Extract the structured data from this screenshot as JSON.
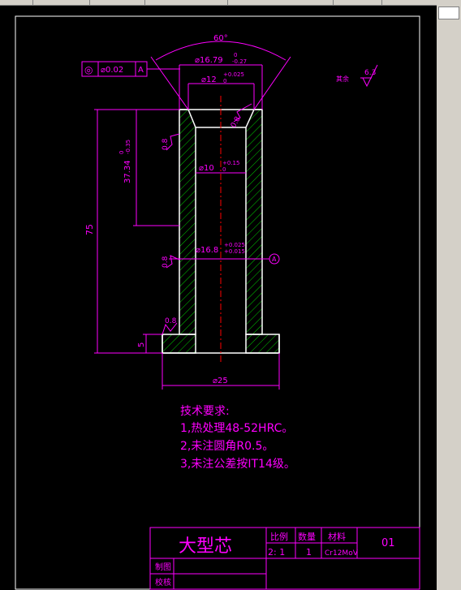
{
  "drawing": {
    "fcf": {
      "symbol": "◎",
      "value": "⌀0.02",
      "datum": "A"
    },
    "angle": "60°",
    "d_top": {
      "base": "⌀16.79",
      "up": "0",
      "dn": "-0.27"
    },
    "d_bore": {
      "base": "⌀12",
      "up": "+0.025",
      "dn": "0"
    },
    "d_mid": {
      "base": "⌀10",
      "up": "+0.15",
      "dn": "0"
    },
    "d_seat": {
      "base": "⌀16.8",
      "up": "+0.025",
      "dn": "+0.015"
    },
    "d_base": "⌀25",
    "len_total": "75",
    "len_part": {
      "base": "37.34",
      "up": "0",
      "dn": "-0.35"
    },
    "flange_h": "5",
    "rough_tl": "0.8",
    "rough_bore": "0.8",
    "rough_mid": "0.8",
    "rough_flange": "0.8",
    "rough_other_label": "其余",
    "rough_other_value": "6.3",
    "datum_A": "A"
  },
  "notes": {
    "title": "技术要求:",
    "items": [
      "1,热处理48-52HRC。",
      "2,未注圆角R0.5。",
      "3,未注公差按IT14级。"
    ]
  },
  "titleblock": {
    "part_name": "大型芯",
    "h_scale": "比例",
    "h_qty": "数量",
    "h_mat": "材料",
    "v_scale": "2: 1",
    "v_qty": "1",
    "v_mat": "Cr12MoV",
    "drawing_no": "01",
    "drawn": "制图",
    "checked": "校核"
  }
}
